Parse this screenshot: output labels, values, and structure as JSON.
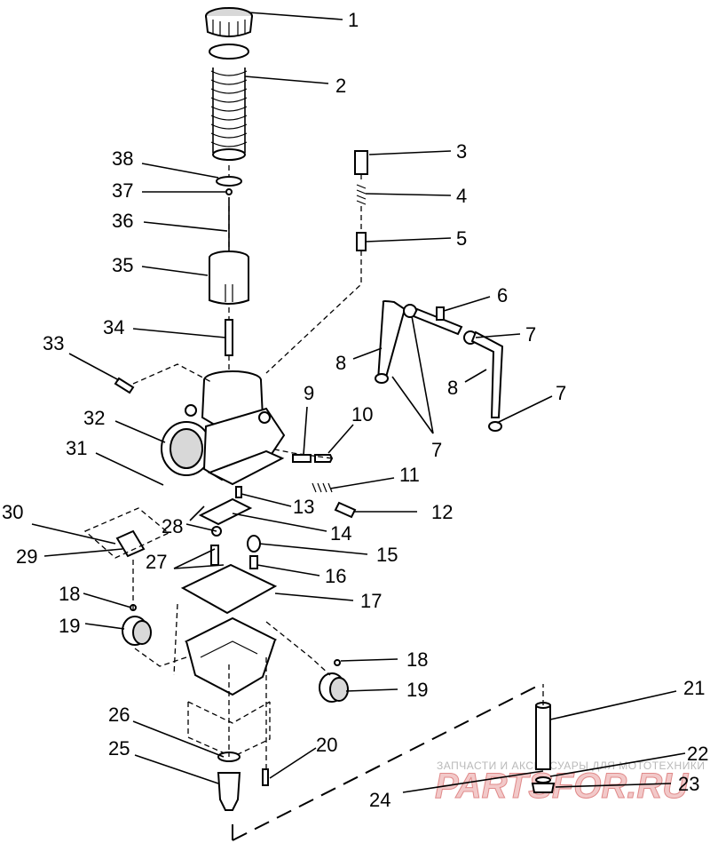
{
  "diagram": {
    "callouts": [
      {
        "id": "1",
        "text": "1"
      },
      {
        "id": "2",
        "text": "2"
      },
      {
        "id": "3",
        "text": "3"
      },
      {
        "id": "4",
        "text": "4"
      },
      {
        "id": "5",
        "text": "5"
      },
      {
        "id": "6",
        "text": "6"
      },
      {
        "id": "7a",
        "text": "7"
      },
      {
        "id": "7b",
        "text": "7"
      },
      {
        "id": "7c",
        "text": "7"
      },
      {
        "id": "8a",
        "text": "8"
      },
      {
        "id": "8b",
        "text": "8"
      },
      {
        "id": "9",
        "text": "9"
      },
      {
        "id": "10",
        "text": "10"
      },
      {
        "id": "11",
        "text": "11"
      },
      {
        "id": "12",
        "text": "12"
      },
      {
        "id": "13",
        "text": "13"
      },
      {
        "id": "14",
        "text": "14"
      },
      {
        "id": "15",
        "text": "15"
      },
      {
        "id": "16",
        "text": "16"
      },
      {
        "id": "17",
        "text": "17"
      },
      {
        "id": "18a",
        "text": "18"
      },
      {
        "id": "18b",
        "text": "18"
      },
      {
        "id": "19a",
        "text": "19"
      },
      {
        "id": "19b",
        "text": "19"
      },
      {
        "id": "20",
        "text": "20"
      },
      {
        "id": "21",
        "text": "21"
      },
      {
        "id": "22",
        "text": "22"
      },
      {
        "id": "23",
        "text": "23"
      },
      {
        "id": "24",
        "text": "24"
      },
      {
        "id": "25",
        "text": "25"
      },
      {
        "id": "26",
        "text": "26"
      },
      {
        "id": "27",
        "text": "27"
      },
      {
        "id": "28",
        "text": "28"
      },
      {
        "id": "29",
        "text": "29"
      },
      {
        "id": "30",
        "text": "30"
      },
      {
        "id": "31",
        "text": "31"
      },
      {
        "id": "32",
        "text": "32"
      },
      {
        "id": "33",
        "text": "33"
      },
      {
        "id": "34",
        "text": "34"
      },
      {
        "id": "35",
        "text": "35"
      },
      {
        "id": "36",
        "text": "36"
      },
      {
        "id": "37",
        "text": "37"
      },
      {
        "id": "38",
        "text": "38"
      }
    ]
  },
  "watermark": {
    "tagline": "ЗАПЧАСТИ И АКСЕССУАРЫ ДЛЯ МОТОТЕХНИКИ",
    "brand": "PARTSFOR.RU"
  }
}
